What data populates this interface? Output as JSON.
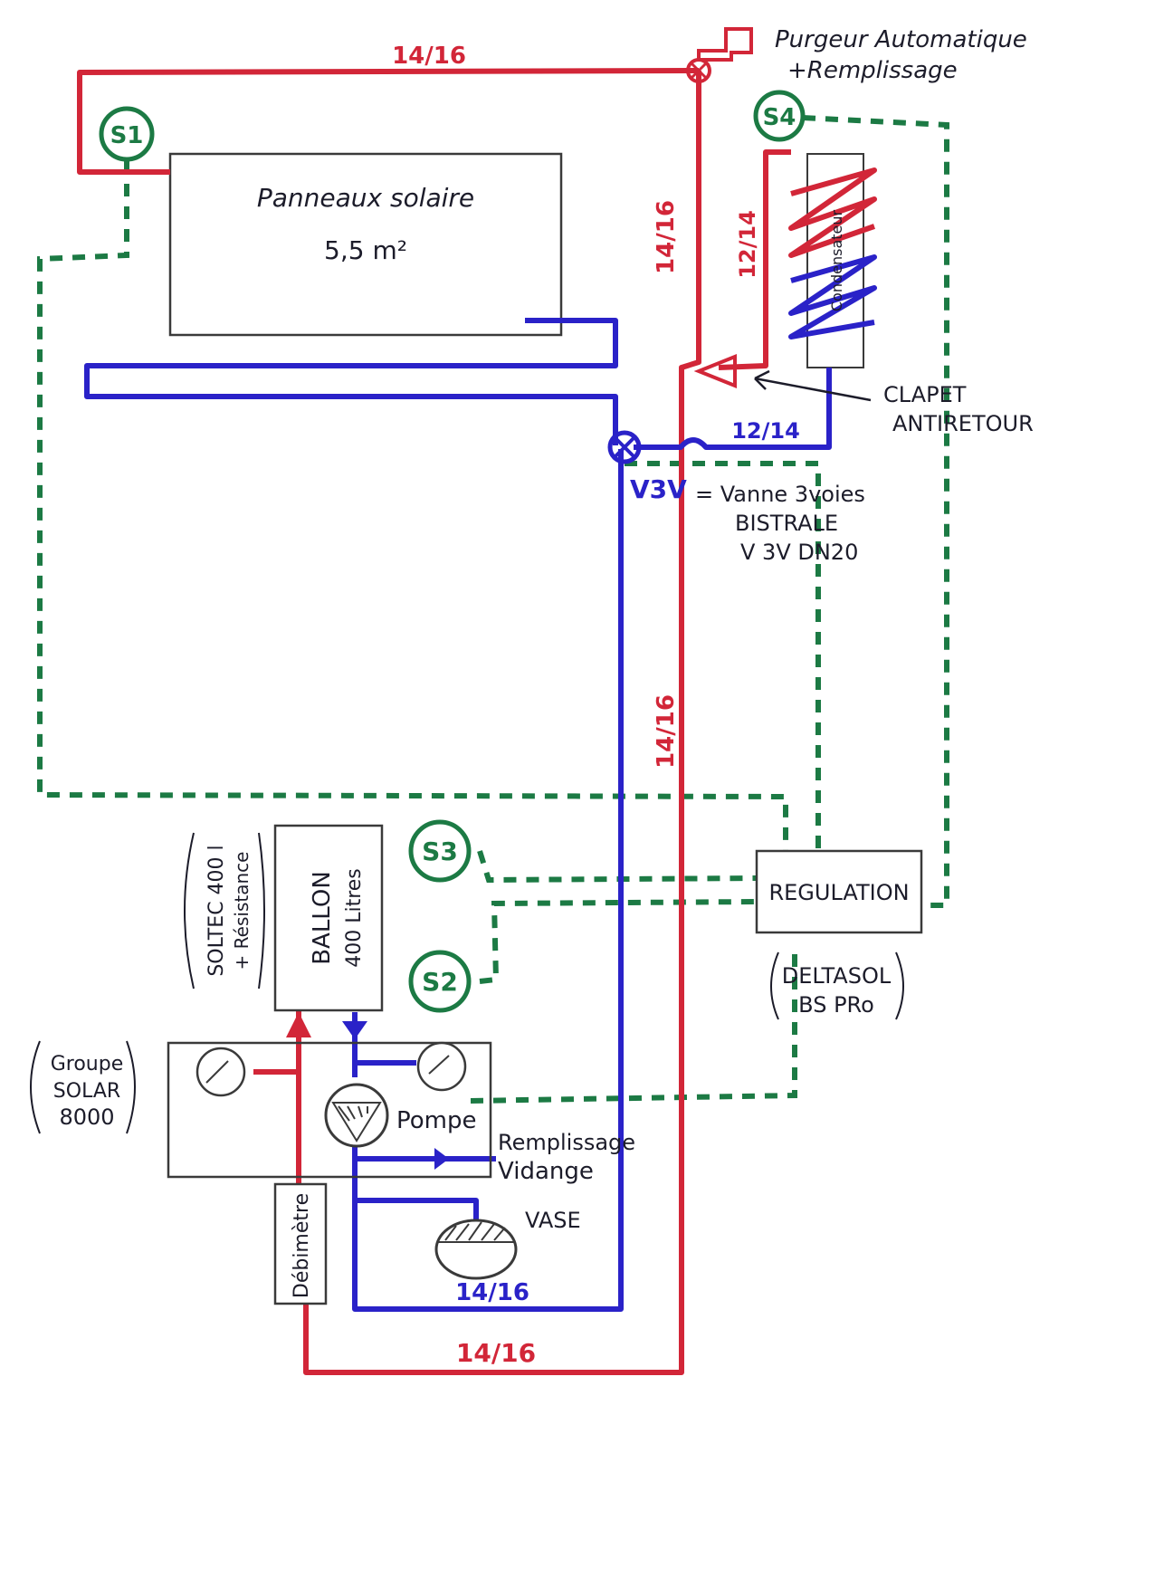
{
  "colors": {
    "hot": "#d22638",
    "cold": "#2a22c8",
    "signal": "#1c7a44",
    "ink": "#1c1c2a"
  },
  "labels": {
    "purgeur_line1": "Purgeur Automatique",
    "purgeur_line2": "+Remplissage",
    "panneaux_line1": "Panneaux solaire",
    "panneaux_line2": "5,5 m²",
    "condensateur": "Condensateur",
    "clapet_line1": "CLAPET",
    "clapet_line2": "ANTIRETOUR",
    "v3v": "V3V",
    "vanne_line1": "= Vanne 3voies",
    "vanne_line2": "BISTRALE",
    "vanne_line3": "V 3V DN20",
    "regulation": "REGULATION",
    "deltasol_line1": "DELTASOL",
    "deltasol_line2": "BS PRo",
    "ballon_line1": "BALLON",
    "ballon_line2": "400 Litres",
    "soltec_line1": "SOLTEC 400 l",
    "soltec_line2": "+ Résistance",
    "groupe_line1": "Groupe",
    "groupe_line2": "SOLAR",
    "groupe_line3": "8000",
    "pompe": "Pompe",
    "remplissage": "Remplissage",
    "vidange": "Vidange",
    "vase": "VASE",
    "debimetre": "Débimètre"
  },
  "pipe_sizes": {
    "top": "14/16",
    "right_upper": "14/16",
    "right_lower": "14/16",
    "cond_feed": "12/14",
    "cond_return": "12/14",
    "bottom_blue": "14/16",
    "bottom_red": "14/16"
  },
  "sensors": [
    "S1",
    "S4",
    "S3",
    "S2"
  ]
}
